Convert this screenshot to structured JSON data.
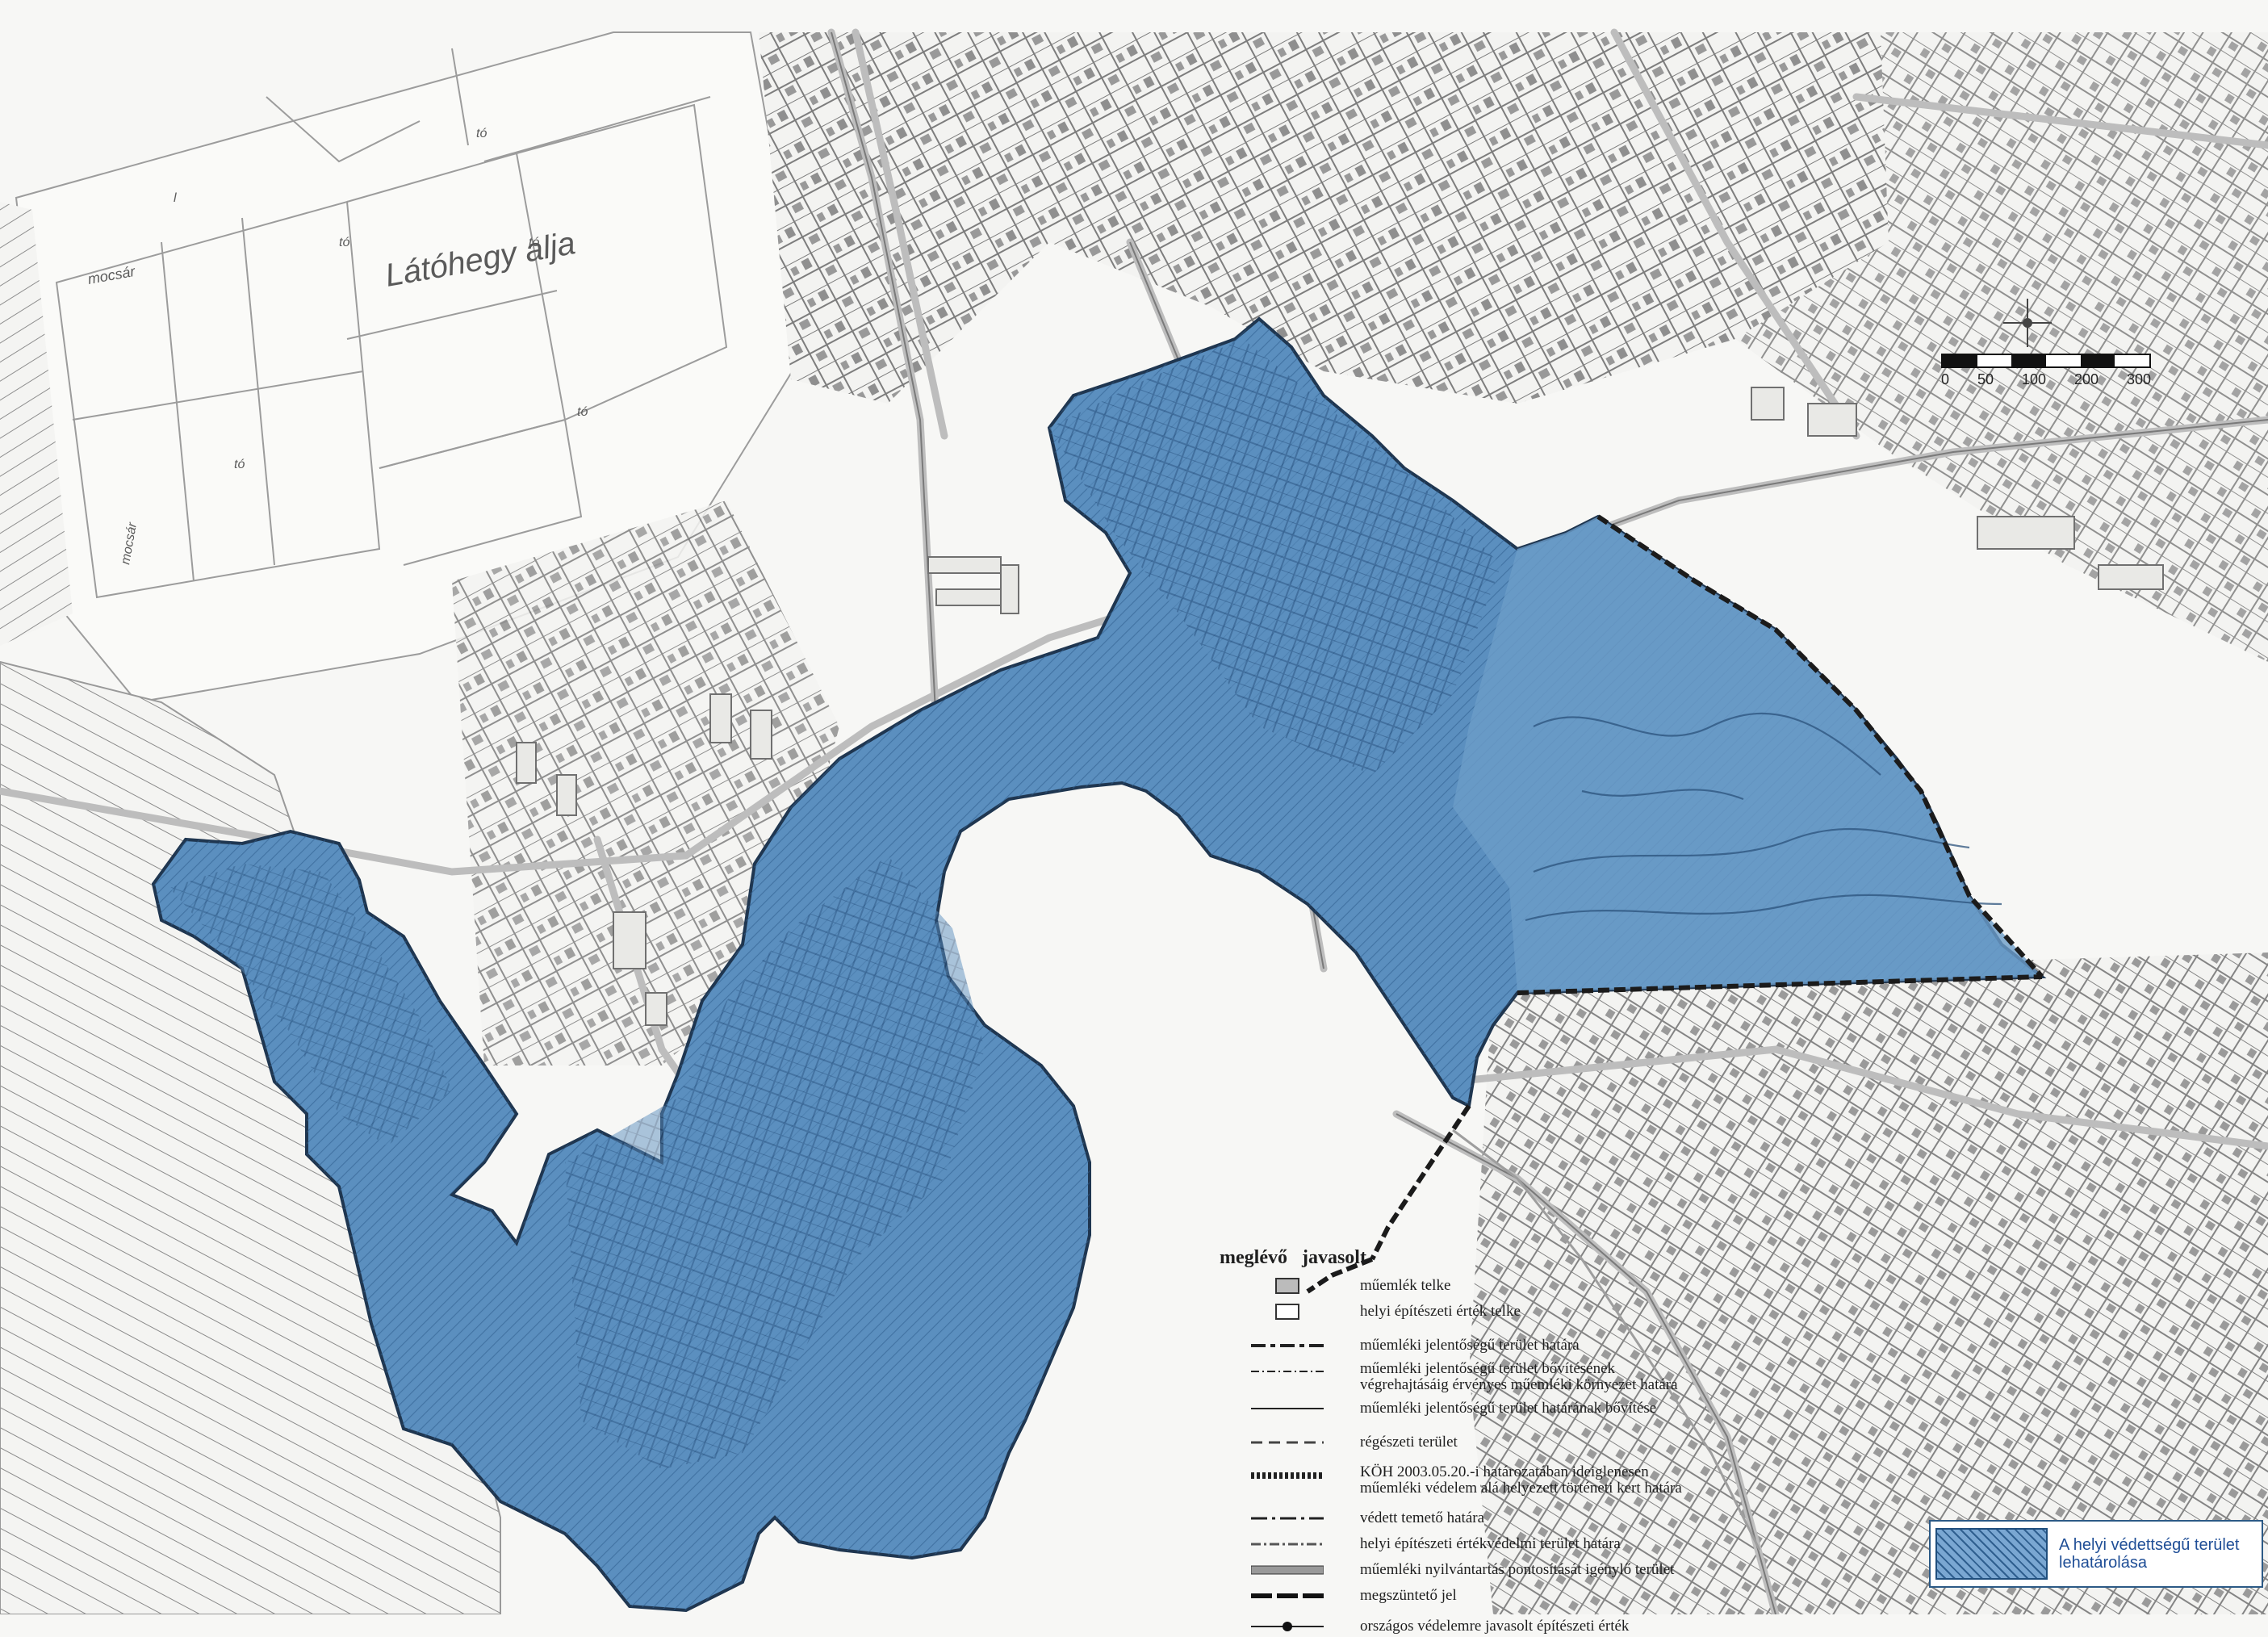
{
  "map": {
    "place_labels": [
      {
        "id": "latohegy",
        "text": "Látóhegy alja"
      },
      {
        "id": "mocsar1",
        "text": "mocsár"
      },
      {
        "id": "mocsar2",
        "text": "mocsár"
      },
      {
        "id": "to1",
        "text": "tó"
      },
      {
        "id": "to2",
        "text": "tó"
      },
      {
        "id": "to3",
        "text": "tó"
      },
      {
        "id": "to4",
        "text": "tó"
      },
      {
        "id": "to5",
        "text": "tó"
      },
      {
        "id": "l1",
        "text": "l"
      }
    ],
    "colors": {
      "protected_fill": "#5b8fbf",
      "protected_dark": "#3d6e9f",
      "boundary": "#222222",
      "parcel_line": "#9a9a9a",
      "road": "#b9b9b9"
    }
  },
  "scale_bar": {
    "ticks": [
      "0",
      "50",
      "100",
      "200",
      "300"
    ]
  },
  "legend": {
    "header_existing": "meglévő",
    "header_proposed": "javasolt",
    "items": [
      {
        "id": "telke",
        "label": "műemlék telke",
        "symbol": "hatched-square"
      },
      {
        "id": "helyi-telke",
        "label": "helyi építészeti érték telke",
        "symbol": "empty-square"
      },
      {
        "id": "hatara",
        "label": "műemléki jelentőségű terület határa",
        "symbol": "dash-mj"
      },
      {
        "id": "bovites-vegrehajt",
        "label": "műemléki jelentőségű terület bővítésének végrehajtásáig érvényes műemléki környezet határa",
        "symbol": "dash-fine"
      },
      {
        "id": "bovitese",
        "label": "műemléki jelentőségű terület határának bővítése",
        "symbol": "line-thin"
      },
      {
        "id": "regeszeti",
        "label": "régészeti terület",
        "symbol": "dash-r"
      },
      {
        "id": "koh",
        "label": "KÖH 2003.05.20.-i határozatában ideiglenesen műemléki védelem alá helyezett történeti kert határa",
        "symbol": "bead-line"
      },
      {
        "id": "temeto",
        "label": "védett temető határa",
        "symbol": "dash-t"
      },
      {
        "id": "helyi-vedelmi",
        "label": "helyi építészeti értékvédelmi terület határa",
        "symbol": "dash-hv"
      },
      {
        "id": "nyilvantartas",
        "label": "műemléki nyilvántartás pontosítását igénylő terület",
        "symbol": "pattern-band"
      },
      {
        "id": "megszunteto",
        "label": "megszüntető jel",
        "symbol": "bold-mark"
      },
      {
        "id": "orszagos",
        "label": "országos védelemre javasolt építészeti érték",
        "symbol": "dot-line"
      }
    ]
  },
  "key_box": {
    "label": "A helyi védettségű terület lehatárolása"
  }
}
